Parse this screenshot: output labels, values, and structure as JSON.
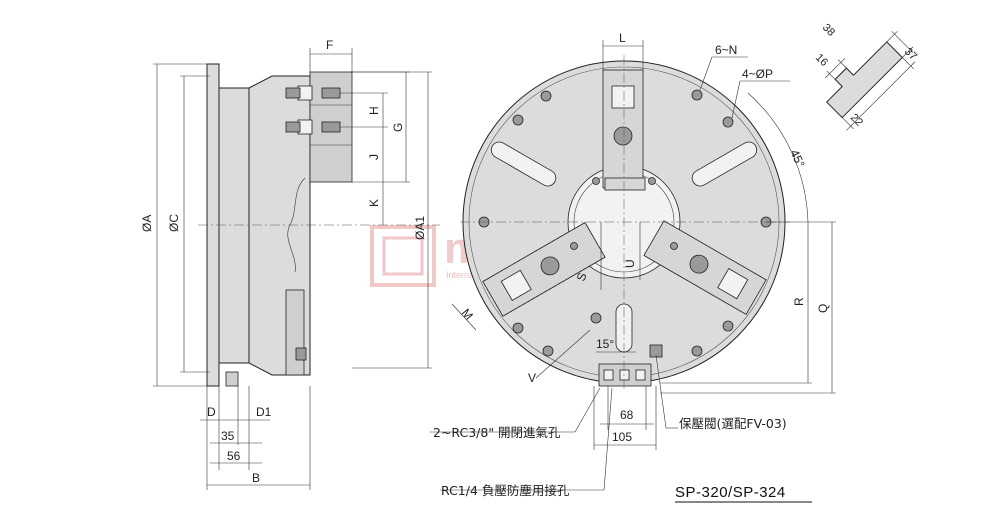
{
  "side_view": {
    "dims": {
      "dia_A": "ØA",
      "dia_C": "ØC",
      "dia_A1": "ØA1",
      "F": "F",
      "H": "H",
      "G": "G",
      "J": "J",
      "K": "K",
      "D": "D",
      "D1": "D1",
      "d35": "35",
      "d56": "56",
      "B": "B"
    }
  },
  "front_view": {
    "dims": {
      "L": "L",
      "N": "6~N",
      "P": "4~ØP",
      "angle45": "45°",
      "S": "S",
      "U": "U",
      "R": "R",
      "Q": "Q",
      "M": "M",
      "angle15": "15°",
      "V": "V",
      "d68": "68",
      "d105": "105"
    },
    "callouts": {
      "air_ports": "2~RC3/8\" 開閉進氣孔",
      "dust_port": "RC1/4 負壓防塵用接孔",
      "valve": "保壓閥(選配FV-03)"
    }
  },
  "slot_detail": {
    "d38": "38",
    "d16": "16",
    "d37": "37",
    "d22": "22"
  },
  "watermark": {
    "brand": "manman",
    "sub": "International"
  },
  "model": "SP-320/SP-324"
}
